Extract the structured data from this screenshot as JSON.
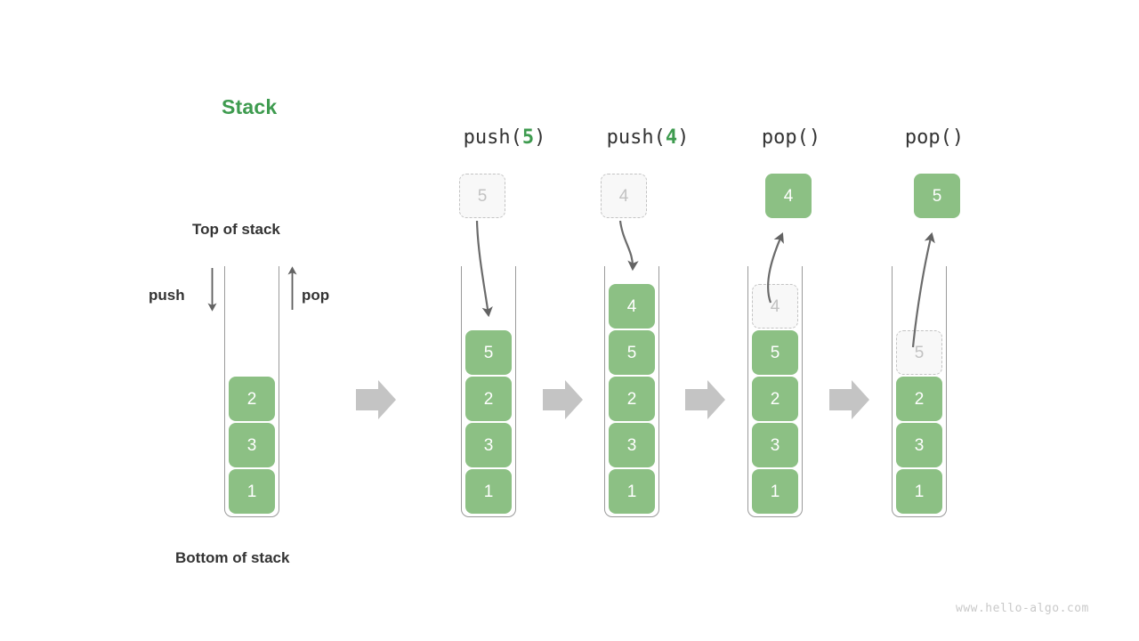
{
  "diagram": {
    "title": "Stack",
    "title_color": "#3e9b4f",
    "accent_green": "#8cc084",
    "ghost_gray": "#c2c2c2",
    "arrow_gray": "#636363",
    "flow_arrow_gray": "#c4c4c4",
    "watermark": "www.hello-algo.com"
  },
  "labels": {
    "top_of_stack": "Top of stack",
    "bottom_of_stack": "Bottom of stack",
    "push": "push",
    "pop": "pop"
  },
  "initial_stack": {
    "container_label": "initial-stack",
    "cells_top_to_bottom": [
      "2",
      "3",
      "1"
    ]
  },
  "columns": [
    {
      "op": "push",
      "arg": "5",
      "header_prefix": "push(",
      "header_suffix": ")",
      "floating_cell": {
        "value": "5",
        "state": "ghost",
        "position": "above"
      },
      "arrow_direction": "down",
      "cells_top_to_bottom": [
        {
          "value": "5",
          "state": "filled"
        },
        {
          "value": "2",
          "state": "filled"
        },
        {
          "value": "3",
          "state": "filled"
        },
        {
          "value": "1",
          "state": "filled"
        }
      ]
    },
    {
      "op": "push",
      "arg": "4",
      "header_prefix": "push(",
      "header_suffix": ")",
      "floating_cell": {
        "value": "4",
        "state": "ghost",
        "position": "above"
      },
      "arrow_direction": "down",
      "cells_top_to_bottom": [
        {
          "value": "4",
          "state": "filled"
        },
        {
          "value": "5",
          "state": "filled"
        },
        {
          "value": "2",
          "state": "filled"
        },
        {
          "value": "3",
          "state": "filled"
        },
        {
          "value": "1",
          "state": "filled"
        }
      ]
    },
    {
      "op": "pop",
      "arg": "",
      "header_prefix": "pop(",
      "header_suffix": ")",
      "floating_cell": {
        "value": "4",
        "state": "filled",
        "position": "above"
      },
      "arrow_direction": "up",
      "cells_top_to_bottom": [
        {
          "value": "4",
          "state": "ghost"
        },
        {
          "value": "5",
          "state": "filled"
        },
        {
          "value": "2",
          "state": "filled"
        },
        {
          "value": "3",
          "state": "filled"
        },
        {
          "value": "1",
          "state": "filled"
        }
      ]
    },
    {
      "op": "pop",
      "arg": "",
      "header_prefix": "pop(",
      "header_suffix": ")",
      "floating_cell": {
        "value": "5",
        "state": "filled",
        "position": "above"
      },
      "arrow_direction": "up",
      "cells_top_to_bottom": [
        {
          "value": "5",
          "state": "ghost"
        },
        {
          "value": "2",
          "state": "filled"
        },
        {
          "value": "3",
          "state": "filled"
        },
        {
          "value": "1",
          "state": "filled"
        }
      ]
    }
  ],
  "flow_arrows": [
    {
      "name": "flow-arrow-1"
    },
    {
      "name": "flow-arrow-2"
    },
    {
      "name": "flow-arrow-3"
    },
    {
      "name": "flow-arrow-4"
    }
  ]
}
